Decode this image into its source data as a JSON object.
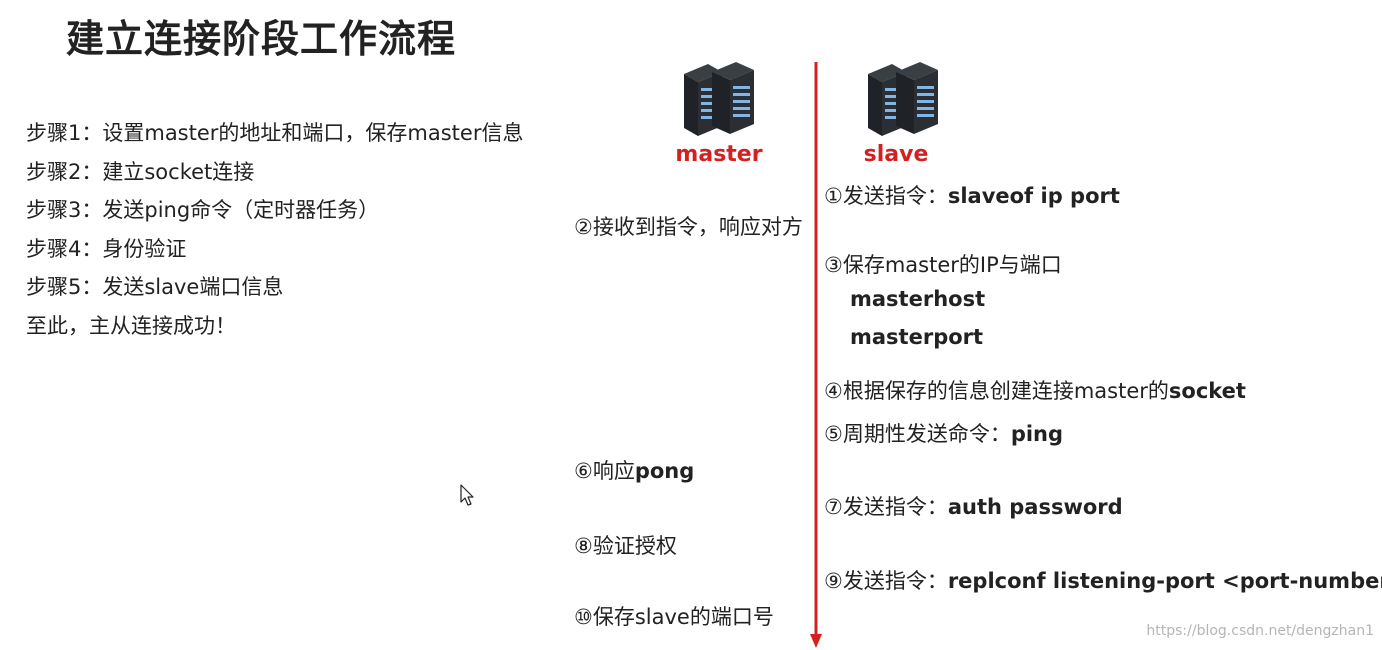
{
  "title": "建立连接阶段工作流程",
  "steps": [
    "步骤1：设置master的地址和端口，保存master信息",
    "步骤2：建立socket连接",
    "步骤3：发送ping命令（定时器任务）",
    "步骤4：身份验证",
    "步骤5：发送slave端口信息",
    "至此，主从连接成功！"
  ],
  "master": {
    "label": "master"
  },
  "slave": {
    "label": "slave"
  },
  "colors": {
    "accent": "#d42020",
    "timeline": "#d42020"
  },
  "messages": {
    "m1": {
      "num": "①",
      "text": "发送指令：",
      "cmd": "slaveof  ip  port"
    },
    "m2": {
      "num": "②",
      "text": "接收到指令，响应对方"
    },
    "m3": {
      "num": "③",
      "text": "保存master的IP与端口"
    },
    "m3a": "masterhost",
    "m3b": "masterport",
    "m4": {
      "num": "④",
      "text": "根据保存的信息创建连接master的",
      "cmd": "socket"
    },
    "m5": {
      "num": "⑤",
      "text": "周期性发送命令：",
      "cmd": "ping"
    },
    "m6": {
      "num": "⑥",
      "text": "响应",
      "cmd": "pong"
    },
    "m7": {
      "num": "⑦",
      "text": "发送指令：",
      "cmd": "auth  password"
    },
    "m8": {
      "num": "⑧",
      "text": "验证授权"
    },
    "m9": {
      "num": "⑨",
      "text": "发送指令：",
      "cmd": "replconf listening-port <port-number>"
    },
    "m10": {
      "num": "⑩",
      "text": "保存slave的端口号"
    }
  },
  "watermark": "https://blog.csdn.net/dengzhan1",
  "icons": {
    "master": "server-icon",
    "slave": "server-icon",
    "cursor": "mouse-pointer-icon"
  }
}
